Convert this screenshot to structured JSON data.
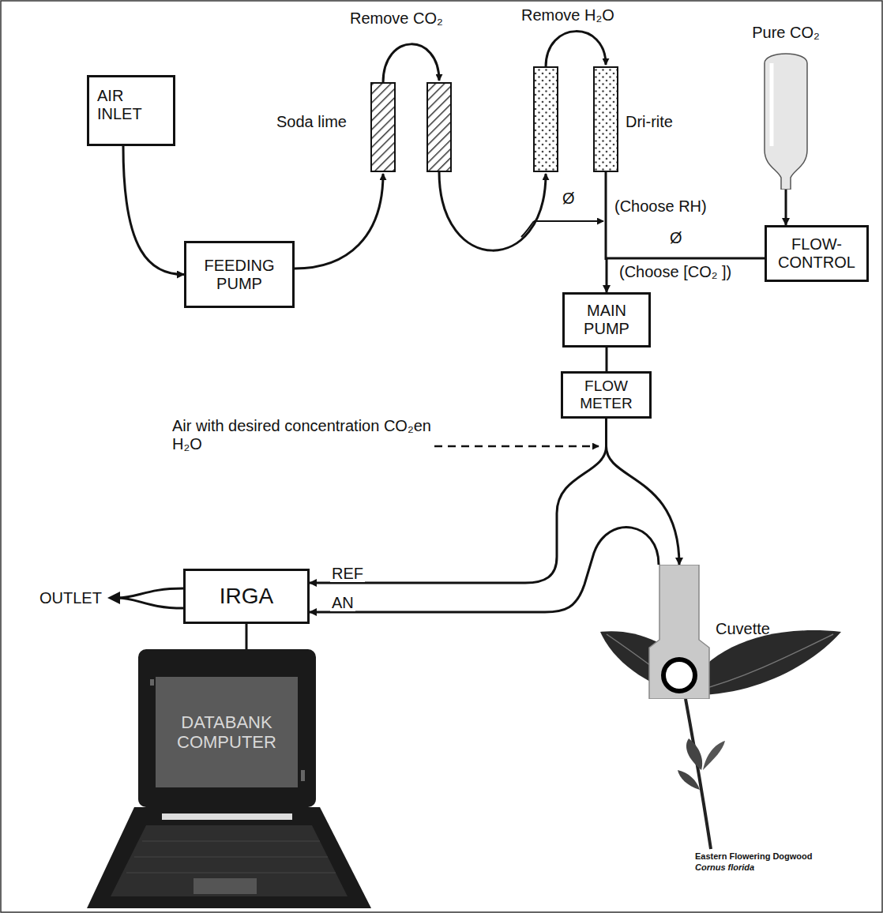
{
  "diagram": {
    "nodes": [
      {
        "text": [
          "AIR INLET"
        ]
      },
      {
        "text": [
          "FEEDING PUMP"
        ]
      },
      {
        "text": [
          "FLOW-CONTROL"
        ]
      },
      {
        "text": [
          "MAIN PUMP"
        ]
      },
      {
        "text": [
          "FLOW METER"
        ]
      },
      {
        "text": [
          "IRGA"
        ]
      },
      {
        "text": [
          "DATABANK COMPUTER"
        ]
      },
      {
        "text": [
          "Pure CO₂"
        ]
      },
      {
        "text": [
          "Cuvette"
        ]
      }
    ],
    "edges": [
      {
        "from": 0,
        "to": 1,
        "arrow": "to"
      },
      {
        "from": 7,
        "to": 2,
        "arrow": "to"
      },
      {
        "from": 2,
        "to": 3,
        "label": "(Choose [CO₂ ])",
        "arrow": "to"
      },
      {
        "from": 3,
        "to": 4,
        "arrow": "none"
      },
      {
        "from": 4,
        "to": 8,
        "arrow": "to"
      },
      {
        "from": 4,
        "to": 5,
        "label": "REF",
        "arrow": "to"
      },
      {
        "from": 8,
        "to": 5,
        "label": "AN",
        "arrow": "to"
      },
      {
        "from": 5,
        "to": 6,
        "arrow": "none"
      }
    ],
    "labels": [
      "Remove CO₂",
      "Remove H₂O",
      "Soda lime",
      "Dri-rite",
      "Ø",
      "(Choose RH)",
      "Ø",
      "Air with desired concentration CO₂en H₂O",
      "OUTLET",
      "Eastern Flowering Dogwood",
      "Cornus florida"
    ]
  }
}
